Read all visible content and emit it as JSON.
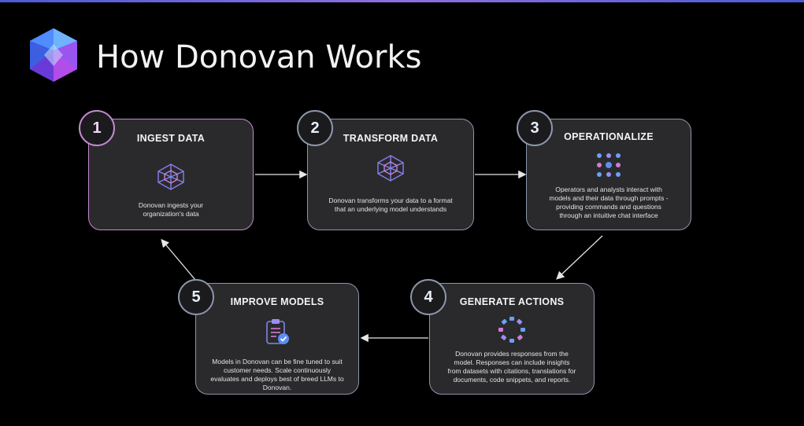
{
  "page": {
    "title": "How Donovan Works"
  },
  "icons": {
    "logo": "crystal-logo",
    "hex": "hexagon-mesh-icon",
    "dots": "dot-grid-icon",
    "cycle": "cycle-arrows-icon",
    "clipboard": "clipboard-check-icon"
  },
  "colors": {
    "background": "#000000",
    "card": "#2a2a2d",
    "border": "#8d96aa",
    "accent_pink": "#c48ad0"
  },
  "steps": [
    {
      "number": "1",
      "title": "INGEST DATA",
      "description": "Donovan ingests your organization's data"
    },
    {
      "number": "2",
      "title": "TRANSFORM DATA",
      "description": "Donovan transforms your data to a format that an underlying model understands"
    },
    {
      "number": "3",
      "title": "OPERATIONALIZE",
      "description": "Operators and analysts interact with models and their data through prompts - providing commands and questions through an intuitive chat interface"
    },
    {
      "number": "4",
      "title": "GENERATE ACTIONS",
      "description": "Donovan provides responses from the model. Responses can include insights from datasets with citations, translations for documents, code snippets, and reports."
    },
    {
      "number": "5",
      "title": "IMPROVE MODELS",
      "description": "Models in Donovan can be fine tuned to suit customer needs. Scale continuously evaluates and deploys best of breed LLMs to Donovan."
    }
  ]
}
